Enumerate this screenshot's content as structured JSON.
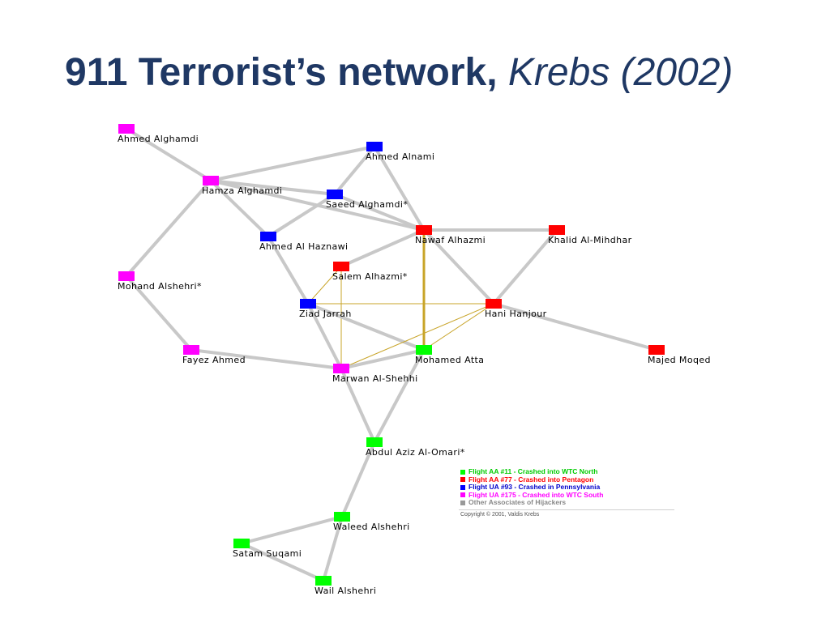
{
  "title": {
    "main": "911 Terrorist’s network,",
    "citation": "Krebs (2002)"
  },
  "colors": {
    "title": "#1f3864",
    "flight_aa11": "#00ff00",
    "flight_aa77": "#ff0000",
    "flight_ua93": "#0000ff",
    "flight_ua175": "#ff00ff",
    "other": "#999999",
    "edge": "#c8c8c8",
    "edge_highlight": "#c8a428"
  },
  "network": {
    "nodes": [
      {
        "id": "ahmed_alghamdi",
        "label": "Ahmed Alghamdi",
        "group": "ua175"
      },
      {
        "id": "ahmed_alnami",
        "label": "Ahmed Alnami",
        "group": "ua93"
      },
      {
        "id": "hamza_alghamdi",
        "label": "Hamza Alghamdi",
        "group": "ua175"
      },
      {
        "id": "saeed_alghamdi",
        "label": "Saeed Alghamdi*",
        "group": "ua93"
      },
      {
        "id": "nawaf_alhazmi",
        "label": "Nawaf Alhazmi",
        "group": "aa77"
      },
      {
        "id": "khalid_almihdhar",
        "label": "Khalid Al-Mihdhar",
        "group": "aa77"
      },
      {
        "id": "ahmed_alhaznawi",
        "label": "Ahmed Al Haznawi",
        "group": "ua93"
      },
      {
        "id": "salem_alhazmi",
        "label": "Salem Alhazmi*",
        "group": "aa77"
      },
      {
        "id": "mohand_alshehri",
        "label": "Mohand Alshehri*",
        "group": "ua175"
      },
      {
        "id": "ziad_jarrah",
        "label": "Ziad Jarrah",
        "group": "ua93"
      },
      {
        "id": "hani_hanjour",
        "label": "Hani Hanjour",
        "group": "aa77"
      },
      {
        "id": "fayez_ahmed",
        "label": "Fayez Ahmed",
        "group": "ua175"
      },
      {
        "id": "mohamed_atta",
        "label": "Mohamed Atta",
        "group": "aa11"
      },
      {
        "id": "majed_moqed",
        "label": "Majed Moqed",
        "group": "aa77"
      },
      {
        "id": "marwan_alshehhi",
        "label": "Marwan Al-Shehhi",
        "group": "ua175"
      },
      {
        "id": "abdul_aziz_alomari",
        "label": "Abdul Aziz Al-Omari*",
        "group": "aa11"
      },
      {
        "id": "waleed_alshehri",
        "label": "Waleed Alshehri",
        "group": "aa11"
      },
      {
        "id": "satam_suqami",
        "label": "Satam Suqami",
        "group": "aa11"
      },
      {
        "id": "wail_alshehri",
        "label": "Wail Alshehri",
        "group": "aa11"
      }
    ],
    "edges": [
      {
        "source": "ahmed_alghamdi",
        "target": "hamza_alghamdi",
        "type": "normal"
      },
      {
        "source": "hamza_alghamdi",
        "target": "ahmed_alnami",
        "type": "normal"
      },
      {
        "source": "hamza_alghamdi",
        "target": "saeed_alghamdi",
        "type": "normal"
      },
      {
        "source": "hamza_alghamdi",
        "target": "nawaf_alhazmi",
        "type": "normal"
      },
      {
        "source": "hamza_alghamdi",
        "target": "ahmed_alhaznawi",
        "type": "normal"
      },
      {
        "source": "hamza_alghamdi",
        "target": "mohand_alshehri",
        "type": "normal"
      },
      {
        "source": "ahmed_alnami",
        "target": "saeed_alghamdi",
        "type": "normal"
      },
      {
        "source": "ahmed_alnami",
        "target": "nawaf_alhazmi",
        "type": "normal"
      },
      {
        "source": "saeed_alghamdi",
        "target": "ahmed_alhaznawi",
        "type": "normal"
      },
      {
        "source": "saeed_alghamdi",
        "target": "nawaf_alhazmi",
        "type": "normal"
      },
      {
        "source": "nawaf_alhazmi",
        "target": "khalid_almihdhar",
        "type": "normal"
      },
      {
        "source": "nawaf_alhazmi",
        "target": "salem_alhazmi",
        "type": "normal"
      },
      {
        "source": "nawaf_alhazmi",
        "target": "hani_hanjour",
        "type": "normal"
      },
      {
        "source": "nawaf_alhazmi",
        "target": "mohamed_atta",
        "type": "highlight"
      },
      {
        "source": "khalid_almihdhar",
        "target": "hani_hanjour",
        "type": "normal"
      },
      {
        "source": "ahmed_alhaznawi",
        "target": "ziad_jarrah",
        "type": "normal"
      },
      {
        "source": "mohand_alshehri",
        "target": "fayez_ahmed",
        "type": "normal"
      },
      {
        "source": "salem_alhazmi",
        "target": "ziad_jarrah",
        "type": "thin"
      },
      {
        "source": "salem_alhazmi",
        "target": "marwan_alshehhi",
        "type": "thin"
      },
      {
        "source": "ziad_jarrah",
        "target": "hani_hanjour",
        "type": "thin"
      },
      {
        "source": "ziad_jarrah",
        "target": "mohamed_atta",
        "type": "normal"
      },
      {
        "source": "ziad_jarrah",
        "target": "marwan_alshehhi",
        "type": "normal"
      },
      {
        "source": "hani_hanjour",
        "target": "majed_moqed",
        "type": "normal"
      },
      {
        "source": "hani_hanjour",
        "target": "mohamed_atta",
        "type": "thin"
      },
      {
        "source": "hani_hanjour",
        "target": "marwan_alshehhi",
        "type": "thin"
      },
      {
        "source": "fayez_ahmed",
        "target": "marwan_alshehhi",
        "type": "normal"
      },
      {
        "source": "mohamed_atta",
        "target": "marwan_alshehhi",
        "type": "normal"
      },
      {
        "source": "marwan_alshehhi",
        "target": "abdul_aziz_alomari",
        "type": "normal"
      },
      {
        "source": "mohamed_atta",
        "target": "abdul_aziz_alomari",
        "type": "normal"
      },
      {
        "source": "abdul_aziz_alomari",
        "target": "waleed_alshehri",
        "type": "normal"
      },
      {
        "source": "waleed_alshehri",
        "target": "satam_suqami",
        "type": "normal"
      },
      {
        "source": "waleed_alshehri",
        "target": "wail_alshehri",
        "type": "normal"
      },
      {
        "source": "satam_suqami",
        "target": "wail_alshehri",
        "type": "normal"
      }
    ]
  },
  "legend": {
    "items": [
      {
        "label": "Flight AA #11 - Crashed into WTC North",
        "color": "#00ff00",
        "text_color": "#00cc00"
      },
      {
        "label": "Flight AA #77 - Crashed into Pentagon",
        "color": "#ff0000",
        "text_color": "#ff0000"
      },
      {
        "label": "Flight UA #93 - Crashed in Pennsylvania",
        "color": "#0000ff",
        "text_color": "#0000cc"
      },
      {
        "label": "Flight UA #175 - Crashed into WTC South",
        "color": "#ff00ff",
        "text_color": "#ff00ff"
      },
      {
        "label": "Other Associates of Hijackers",
        "color": "#999999",
        "text_color": "#888888"
      }
    ],
    "copyright": "Copyright © 2001, Valdis Krebs"
  }
}
